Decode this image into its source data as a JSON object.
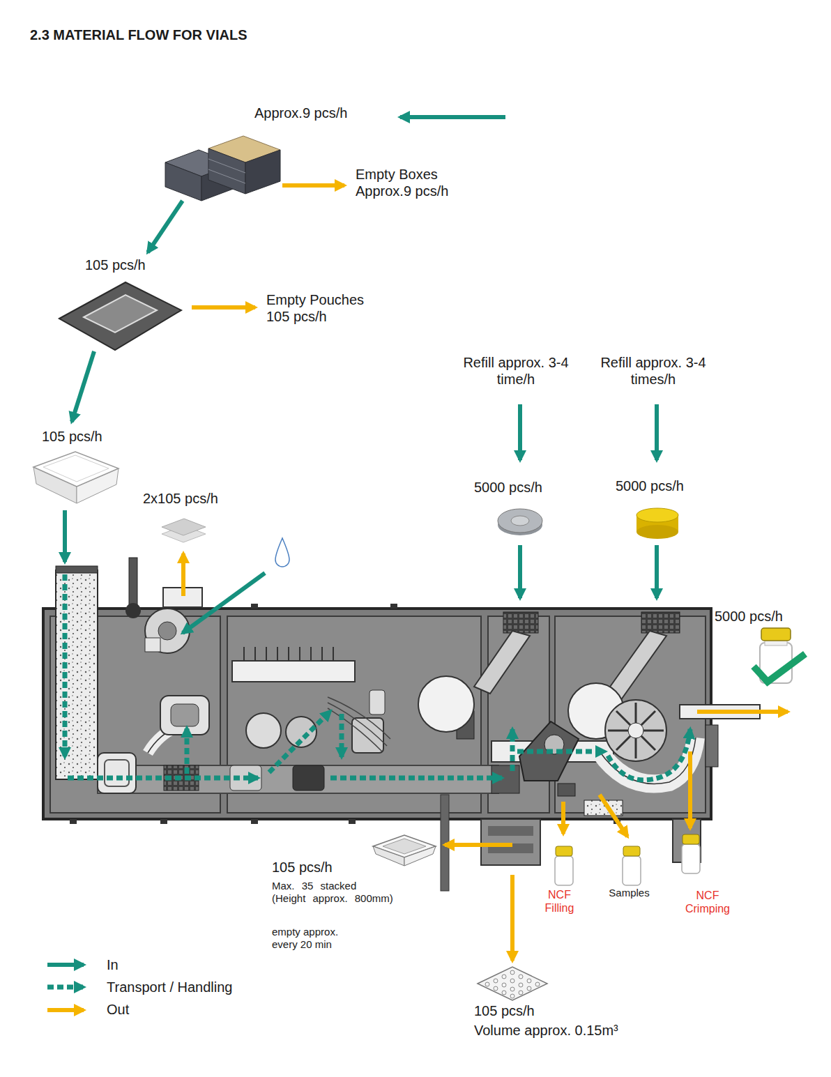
{
  "diagram": {
    "title": "2.3 MATERIAL FLOW FOR VIALS",
    "nodes": [
      {
        "text": [
          "Approx.9 pcs/h"
        ]
      },
      {
        "text": [
          "105 pcs/h"
        ]
      },
      {
        "text": [
          "105 pcs/h"
        ]
      },
      {
        "text": [
          "2x105 pcs/h"
        ]
      },
      {
        "text": [
          "5000 pcs/h"
        ]
      },
      {
        "text": [
          "5000 pcs/h"
        ]
      },
      {
        "text": [
          "5000 pcs/h"
        ]
      },
      {
        "text": [
          "105 pcs/h",
          "Max. 35 stacked (Height approx. 800mm)",
          "empty approx. every 20 min"
        ]
      },
      {
        "text": [
          "NCF Filling"
        ]
      },
      {
        "text": [
          "Samples"
        ]
      },
      {
        "text": [
          "NCF Crimping"
        ]
      },
      {
        "text": [
          "105 pcs/h",
          "Volume approx. 0.15m³"
        ]
      }
    ],
    "edges": [
      {
        "from": 0,
        "to": 1,
        "arrow": "to"
      },
      {
        "from": 1,
        "to": 2,
        "arrow": "to"
      }
    ],
    "labels": [
      "Empty Boxes Approx.9 pcs/h",
      "Empty Pouches 105 pcs/h",
      "Refill approx. 3-4 time/h",
      "Refill approx. 3-4 times/h"
    ],
    "legend": [
      {
        "text": "In"
      },
      {
        "text": "Transport / Handling"
      },
      {
        "text": "Out"
      }
    ]
  }
}
